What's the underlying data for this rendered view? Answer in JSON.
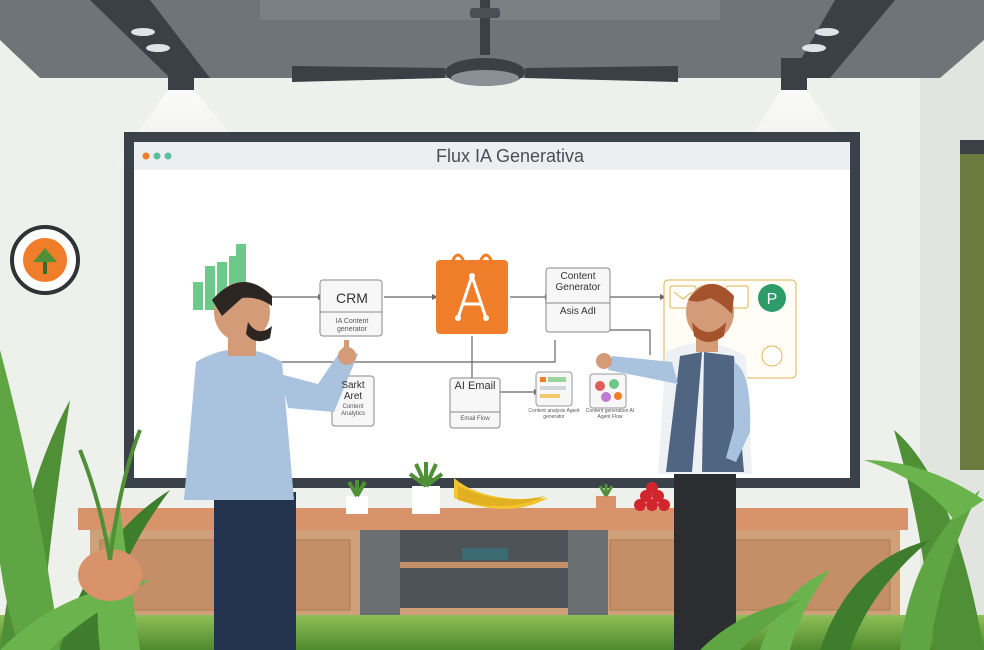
{
  "screen": {
    "title": "Flux IA Generativa"
  },
  "diagram": {
    "crm": {
      "label": "CRM",
      "sublabel": "IA Content generator"
    },
    "ai_node": {
      "label": "A"
    },
    "content_generator": {
      "label": "Content Generator",
      "sublabel": "Asis AdI"
    },
    "email": {
      "label": "AI Email",
      "sublabel": "Email Flow"
    },
    "report": {
      "label": "Sarkt Aret",
      "sublabel": "Content Analytics"
    },
    "card_left": {
      "sublabel": "Content analysis Agent generator"
    },
    "card_right": {
      "sublabel": "Content generation AI Agent Flow"
    }
  },
  "colors": {
    "accent_orange": "#f07d2a",
    "ai_accent_green": "#2e9b6a",
    "plant_green": "#4f8f36",
    "wall": "#eef0ec",
    "ceiling": "#6f7478",
    "screen_frame": "#3a4149"
  }
}
